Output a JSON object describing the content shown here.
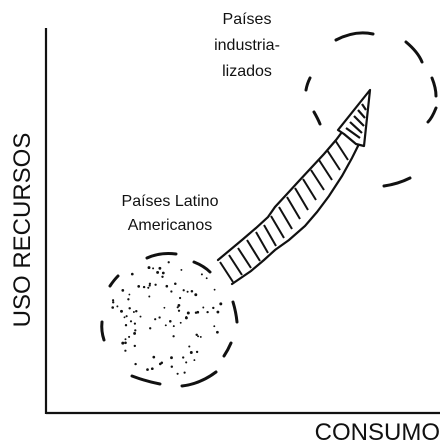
{
  "axes": {
    "x_label": "CONSUMO",
    "y_label": "USO RECURSOS"
  },
  "regions": {
    "latin": {
      "lines": [
        "Países Latino",
        "Americanos"
      ]
    },
    "industrial": {
      "lines": [
        "Países",
        "industria-",
        "lizados"
      ]
    }
  },
  "arrow": {
    "direction": "latin-to-industrial"
  }
}
